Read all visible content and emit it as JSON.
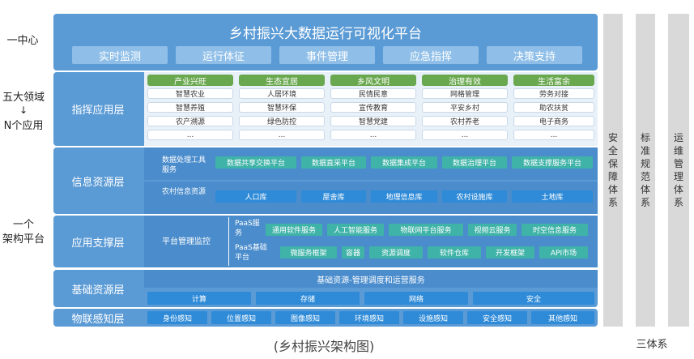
{
  "left_labels": {
    "one_center": "一中心",
    "five_domains": "五大领域",
    "arrow": "↓",
    "n_apps": "N个应用",
    "one_framework_1": "一个",
    "one_framework_2": "架构平台"
  },
  "header": {
    "title": "乡村振兴大数据运行可视化平台",
    "tabs": [
      "实时监测",
      "运行体征",
      "事件管理",
      "应急指挥",
      "决策支持"
    ]
  },
  "command_layer": {
    "label": "指挥应用层",
    "columns": [
      {
        "head": "产业兴旺",
        "items": [
          "智慧农业",
          "智慧养殖",
          "农产溯源",
          "..."
        ]
      },
      {
        "head": "生态宜居",
        "items": [
          "人居环境",
          "智慧环保",
          "绿色防控",
          "..."
        ]
      },
      {
        "head": "乡风文明",
        "items": [
          "民情民意",
          "宣传教育",
          "智慧党建",
          "..."
        ]
      },
      {
        "head": "治理有效",
        "items": [
          "网格管理",
          "平安乡村",
          "农村养老",
          "..."
        ]
      },
      {
        "head": "生活富余",
        "items": [
          "劳务对接",
          "助农扶贫",
          "电子商务",
          "..."
        ]
      }
    ]
  },
  "info_layer": {
    "label": "信息资源层",
    "row1_label": "数据处理工具服务",
    "row1_items": [
      "数据共享交换平台",
      "数据直采平台",
      "数据集成平台",
      "数据治理平台",
      "数据支撑服务平台"
    ],
    "row2_label": "农村信息资源",
    "row2_items": [
      "人口库",
      "屋舍库",
      "地理信息库",
      "农村设施库",
      "土地库"
    ]
  },
  "support_layer": {
    "label": "应用支撑层",
    "monitor_label": "平台管理监控",
    "paas_service_label": "PaaS服务",
    "paas_service_items": [
      "通用软件服务",
      "人工智能服务",
      "物联网平台服务",
      "视频云服务",
      "时空信息服务"
    ],
    "paas_platform_label": "PaaS基础平台",
    "paas_platform_items": [
      "微服务框架",
      "容器",
      "资源调度",
      "软件仓库",
      "开发框架",
      "API市场"
    ]
  },
  "base_layer": {
    "label": "基础资源层",
    "mgmt_label": "基础资源-管理调度和运营服务",
    "items": [
      "计算",
      "存储",
      "网络",
      "安全"
    ]
  },
  "iot_layer": {
    "label": "物联感知层",
    "items": [
      "身份感知",
      "位置感知",
      "图像感知",
      "环境感知",
      "设施感知",
      "安全感知",
      "其他感知"
    ]
  },
  "systems": {
    "security": [
      "安",
      "全",
      "保",
      "障",
      "体",
      "系"
    ],
    "standards": [
      "标",
      "准",
      "规",
      "范",
      "体",
      "系"
    ],
    "operations": [
      "运",
      "维",
      "管",
      "理",
      "体",
      "系"
    ],
    "label": "三体系"
  },
  "caption": "(乡村振兴架构图)",
  "colors": {
    "panel": "#5b9bd5",
    "green": "#6aa84f",
    "teal": "#3fb3a8",
    "blue": "#2f8bd8",
    "grey": "#d9d9d9"
  }
}
